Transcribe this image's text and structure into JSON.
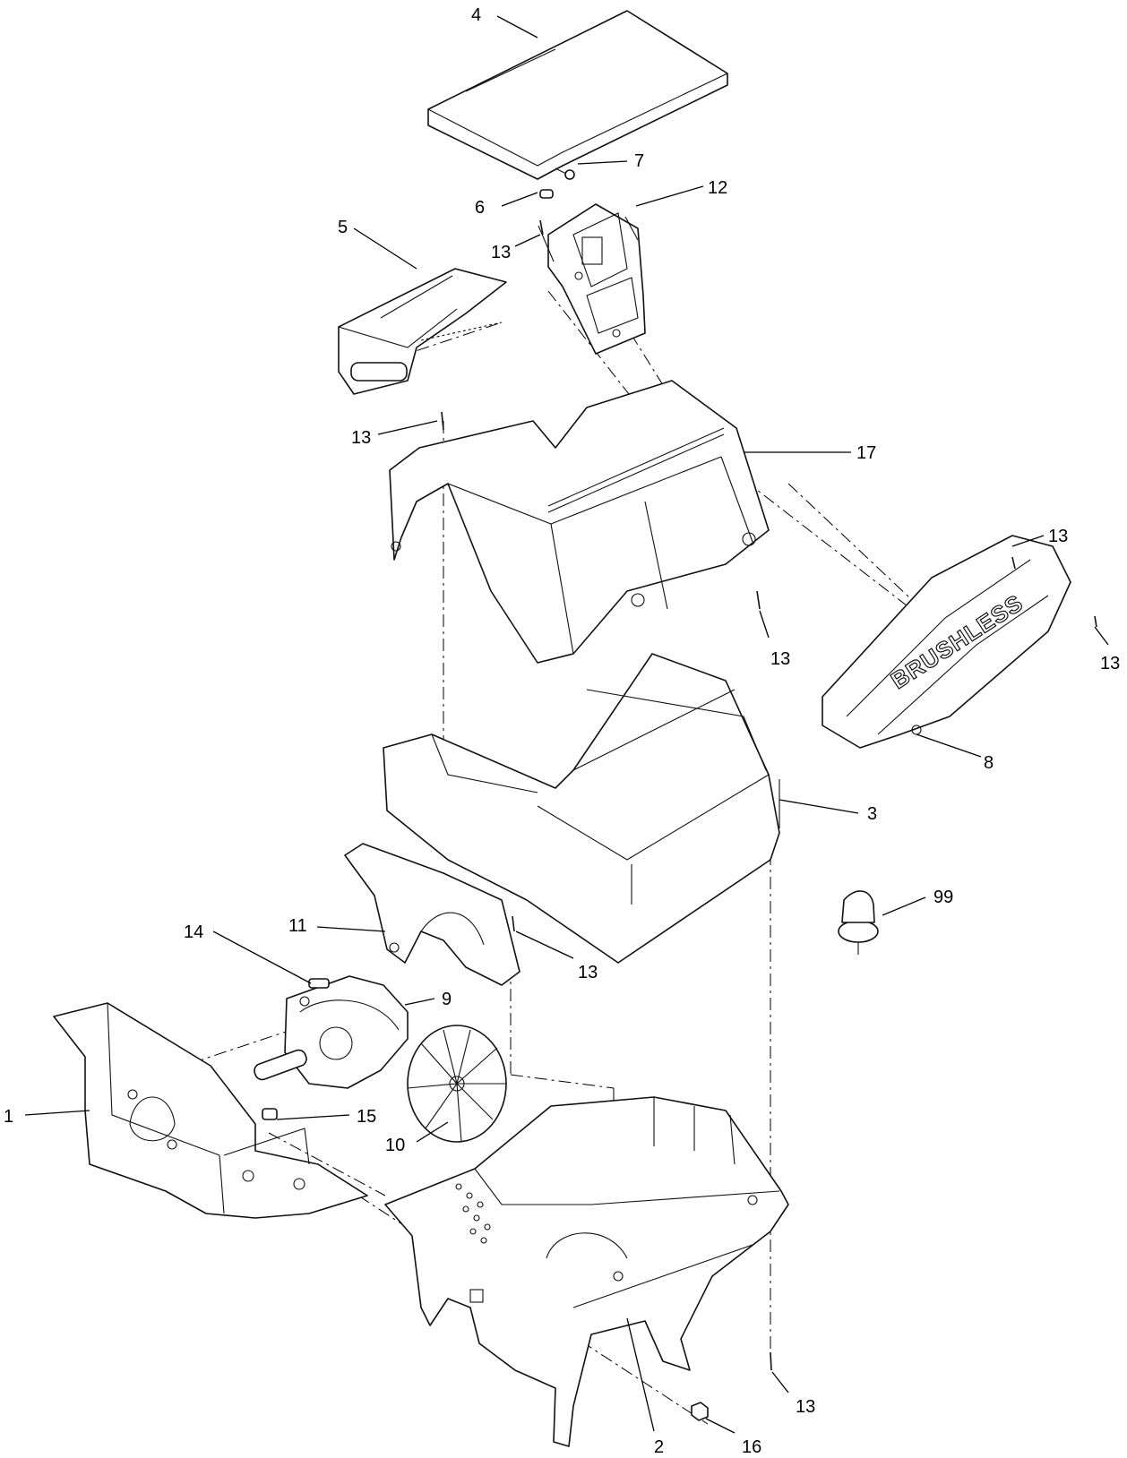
{
  "diagram": {
    "brand_label": "BRUSHLESS",
    "callouts": {
      "c1": "1",
      "c2": "2",
      "c3": "3",
      "c4": "4",
      "c5": "5",
      "c6": "6",
      "c7": "7",
      "c8": "8",
      "c9": "9",
      "c10": "10",
      "c11": "11",
      "c12": "12",
      "c13a": "13",
      "c13b": "13",
      "c13c": "13",
      "c13d": "13",
      "c13e": "13",
      "c13f": "13",
      "c13g": "13",
      "c14": "14",
      "c15": "15",
      "c16": "16",
      "c17": "17",
      "c99": "99"
    }
  }
}
